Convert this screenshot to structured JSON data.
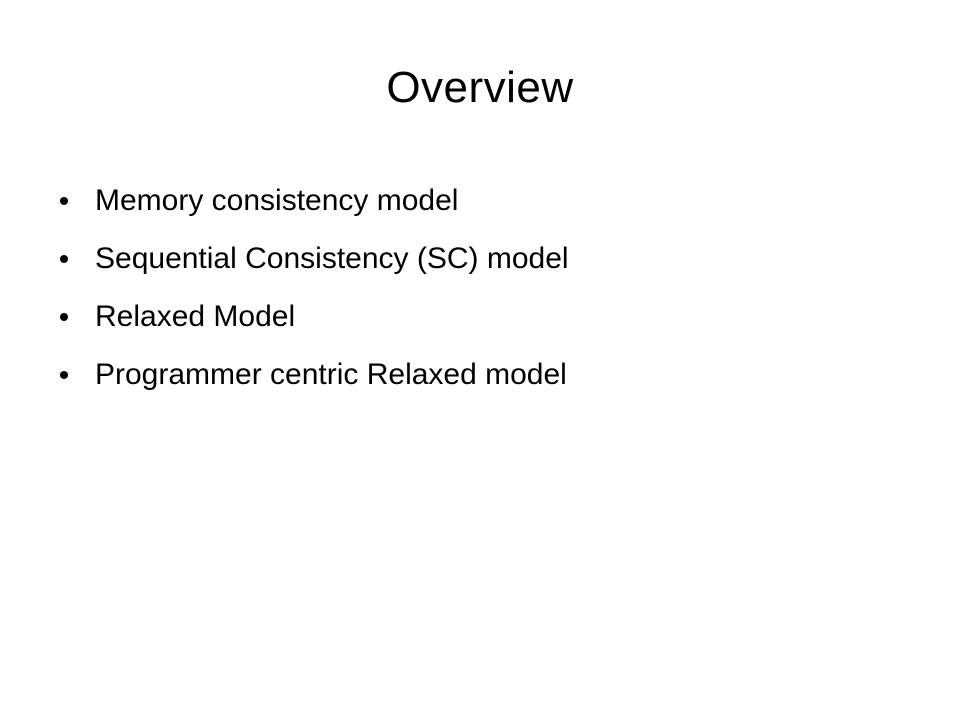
{
  "slide": {
    "title": "Overview",
    "bullets": [
      "Memory consistency model",
      "Sequential Consistency (SC) model",
      "Relaxed Model",
      "Programmer centric Relaxed model"
    ]
  }
}
